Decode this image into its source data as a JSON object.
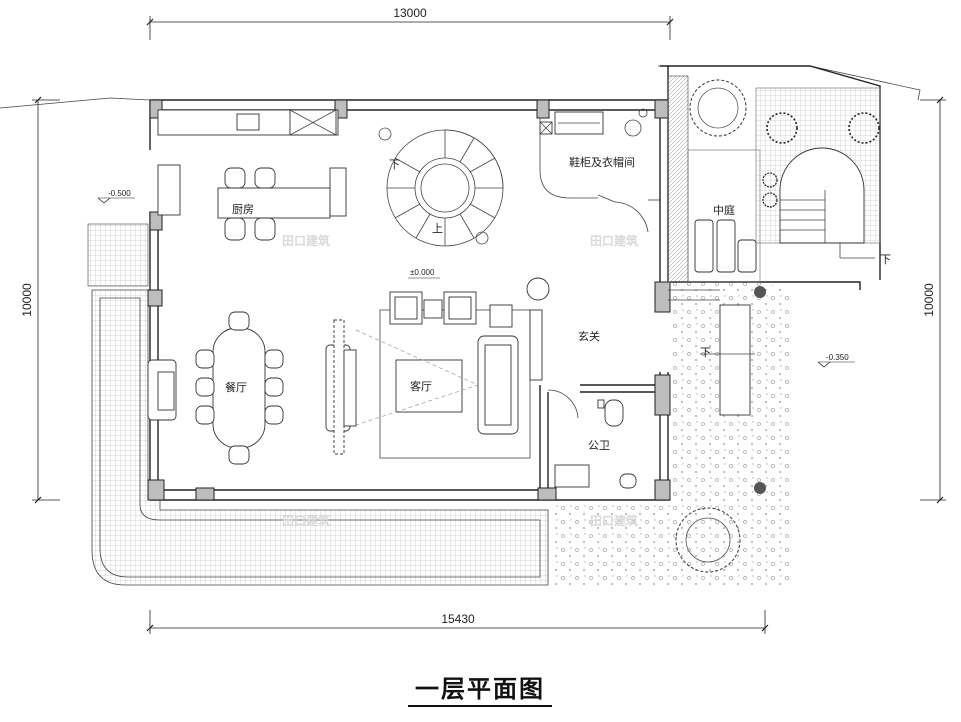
{
  "title": "一层平面图",
  "dimensions": {
    "top": "13000",
    "bottom": "15430",
    "left": "10000",
    "right": "10000"
  },
  "rooms": {
    "kitchen": "厨房",
    "dining": "餐厅",
    "living": "客厅",
    "foyer": "玄关",
    "wardrobe": "鞋柜及衣帽间",
    "courtyard": "中庭",
    "toilet": "公卫"
  },
  "stair_labels": {
    "up": "上",
    "down_main": "下",
    "down_courtyard": "下",
    "down_entry": "下"
  },
  "elevations": {
    "floor": "±0.000",
    "terrace": "-0.500",
    "entry": "-0.350"
  },
  "watermark": "田口建筑",
  "colors": {
    "wall": "#222222",
    "column_fill": "#bdbdbd",
    "hatch": "#888888"
  }
}
